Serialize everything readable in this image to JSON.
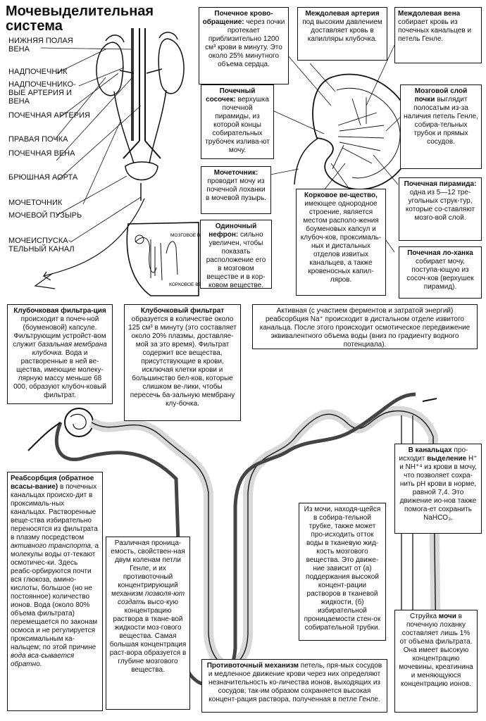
{
  "title": "Мочевыделительная система",
  "anatomy_labels": [
    "НИЖНЯЯ ПОЛАЯ ВЕНА",
    "НАДПОЧЕЧНИК",
    "НАДПОЧЕЧНИКО-ВЫЕ АРТЕРИЯ И ВЕНА",
    "ПОЧЕЧНАЯ АРТЕРИЯ",
    "ПРАВАЯ ПОЧКА",
    "ПОЧЕЧНАЯ ВЕНА",
    "БРЮШНАЯ АОРТА",
    "МОЧЕТОЧНИК",
    "МОЧЕВОЙ ПУЗЫРЬ",
    "МОЧЕИСПУСКА-ТЕЛЬНЫЙ КАНАЛ"
  ],
  "nephron_inset": {
    "medulla_label": "МОЗГОВОЕ ВЕЩЕСТВО",
    "cortex_label": "КОРКОВОЕ ВЕЩЕСТВО"
  },
  "boxes": {
    "renal_blood": {
      "head": "Почечное крово-обращение:",
      "text": "через почки протекает приблизительно 1200 см³ крови в минуту. Это около 25% минутного объема сердца."
    },
    "interlobar_artery": {
      "head": "Междолевая артерия",
      "text": "под высоким давлением доставляет кровь в капилляры клубочка."
    },
    "interlobar_vein": {
      "head": "Междолевая вена",
      "text": "собирает кровь из почечных канальцев и петель Генле."
    },
    "renal_papilla": {
      "head": "Почечный сосочек:",
      "text": "верхушка почечной пирамиды, из которой концы собирательных трубочек излива-ют мочу."
    },
    "medulla": {
      "head": "Мозговой слой почки",
      "text": "выглядит полосатым из-за наличия петель Генле, собира-тельных трубок и прямых сосудов."
    },
    "ureter": {
      "head": "Мочеточник:",
      "text": "проводит мочу из почечной лоханки в мочевой пузырь."
    },
    "cortex": {
      "head": "Корковое ве-щество,",
      "text": "имеющее однородное строение, является местом располо-жения боуменовых капсул и клубоч-ков, проксималь-ных и дистальных отделов извитых канальцев, а также кровеносных капил-ляров."
    },
    "pyramid": {
      "head": "Почечная пирамида:",
      "text": "одна из 5—12 тре-угольных струк-тур, которые со-ставляют мозго-вой слой."
    },
    "single_nephron": {
      "head": "Одиночный нефрон:",
      "text": "сильно увеличен, чтобы показать расположение его в мозговом веществе и в кор-ковом веществе."
    },
    "pelvis": {
      "head": "Почечная ло-ханка",
      "text": "собирает мочу, поступа-ющую из сосоч-ков (верхушек пирамид)."
    },
    "glomerular_filtration": {
      "head": "Клубочковая фильтра-ция",
      "text1": "происходит в почеч-ной (боуменовой) капсуле. Фильтрующим устройст-вом служит",
      "italic": "базальная мембрана клубочка.",
      "text2": "Вода и растворенные в ней ве-щества, имеющие молеку-лярную массу меньше 68 000, образуют клубоч-ковый фильтрат."
    },
    "glomerular_filtrate": {
      "head": "Клубочковый фильтрат",
      "text": "образуется в количестве около 125 см³ в минуту (это составляет около 20% плазмы, доставляе-мой за это время). Фильтрат содержит все вещества, присутствующие в крови, исключая клетки крови и большинство бел-ков, которые слишком ве-лики, чтобы пересечь ба-зальную мембрану клу-бочка."
    },
    "active_reabsorption": {
      "text": "Активная (с участием ферментов и затратой энергий) реабсорбция Na⁺ происходит в дистальном отделе извитого канальца. После этого происходит осмотическое передвижение эквивалентного объема воды (вниз по градиенту водного потенциала)."
    },
    "secretion": {
      "head1": "В канальцах",
      "text1": "про-исходит",
      "head2": "выделение",
      "text2": "H⁺ и NH⁺⁴ из крови в мочу, что позволяет сохра-нить pH крови в норме, равной 7,4. Это движение ио-нов также помога-ет сохранить NaHCO₃."
    },
    "reabsorption": {
      "head": "Реабсорбция (обратное всасы-вание)",
      "text1": "в почечных канальцах происхо-дит в проксималь-ных канальцах. Растворенные веще-ства избирательно переносятся из фильтрата в плазму посредством",
      "italic1": "активного транспорта,",
      "text2": "а молекулы воды от-текают осмотичес-ки. Здесь реабс-орбируются почти вся глюкоза, амино-кислоты, большое (но не постоянное) количество ионов. Вода (около 80% объема фильтрата) перемещается по законам осмоса и не регулируется проксимальным ка-нальцем; по этой причине",
      "italic2": "вода вса-сывается обратно."
    },
    "collecting_duct": {
      "text": "Из мочи, находя-щейся в собира-тельной трубке, также может про-исходить отток воды в тканевую жид-кость мозгового вещества. Это движе-ние зависит от (а) поддержания высокой концент-рации растворов в тканевой жидкости, (б) избирательной проницаемости стен-ок собирательной трубки."
    },
    "permeability": {
      "text1": "Различная проница-емость, свойствен-ная двум коленам петли Генле, и их противоточный концентрирующий механизм",
      "italic": "позволя-ют создать",
      "text2": "высо-кую концентрацию раствора в ткане-вой жидкости моз-гового вещества. Самая большая концентрация раст-вора образуется в глубине мозгового вещества."
    },
    "countercurrent": {
      "head": "Противоточный механизм",
      "text": "петель, пря-мых сосудов и медленное движение крови через них определяют незначительность ко-личества ионов, выходящих из сосудов; так-им образом сохраняется высокая концент-рация раствора, полученная в петле Генле."
    },
    "urine": {
      "text1": "Струйка",
      "head": "мочи",
      "text2": "в почечную лоханку составляет лишь 1% от объема фильтрата. Она имеет высокую концентрацию мочевины, креатинина и меняющуюся концентрацию ионов."
    }
  }
}
